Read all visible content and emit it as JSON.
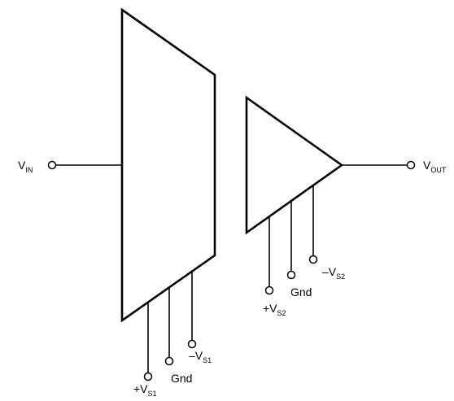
{
  "diagram": {
    "labels": {
      "vin_main": "V",
      "vin_sub": "IN",
      "vout_main": "V",
      "vout_sub": "OUT",
      "vs1_pos_main": "+V",
      "vs1_pos_sub": "S1",
      "gnd1": "Gnd",
      "vs1_neg_main": "–V",
      "vs1_neg_sub": "S1",
      "vs2_pos_main": "+V",
      "vs2_pos_sub": "S2",
      "gnd2": "Gnd",
      "vs2_neg_main": "–V",
      "vs2_neg_sub": "S2"
    }
  }
}
